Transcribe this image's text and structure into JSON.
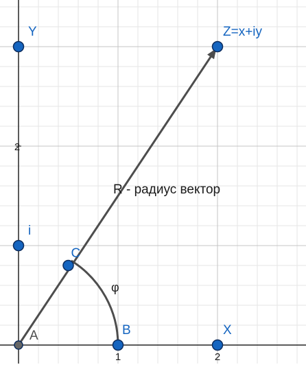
{
  "colors": {
    "background": "#ffffff",
    "grid_minor": "#e6e6e6",
    "grid_major": "#c4c4c4",
    "axis": "#252525",
    "vector": "#4d4d4d",
    "point_fill": "#1565c0",
    "point_stroke": "#0d2d5e",
    "point_label": "#1565c0",
    "origin_fill": "#666666",
    "text_dark": "#1a1a1a"
  },
  "axis": {
    "x_ticks": [
      {
        "value": 1,
        "label": "1"
      },
      {
        "value": 2,
        "label": "2"
      }
    ],
    "y_ticks": [
      {
        "value": 2,
        "label": "2"
      }
    ]
  },
  "points": {
    "A": {
      "label": "A",
      "x": 0,
      "y": 0
    },
    "B": {
      "label": "B",
      "x": 1,
      "y": 0
    },
    "C": {
      "label": "C",
      "x": 0.5,
      "y": 0.8
    },
    "i": {
      "label": "i",
      "x": 0,
      "y": 1
    },
    "Y": {
      "label": "Y",
      "x": 0,
      "y": 3
    },
    "X": {
      "label": "X",
      "x": 2,
      "y": 0
    },
    "Z": {
      "label": "Z=x+iy",
      "x": 2,
      "y": 3
    }
  },
  "vector_label": "R - радиус вектор",
  "angle_label": "φ"
}
